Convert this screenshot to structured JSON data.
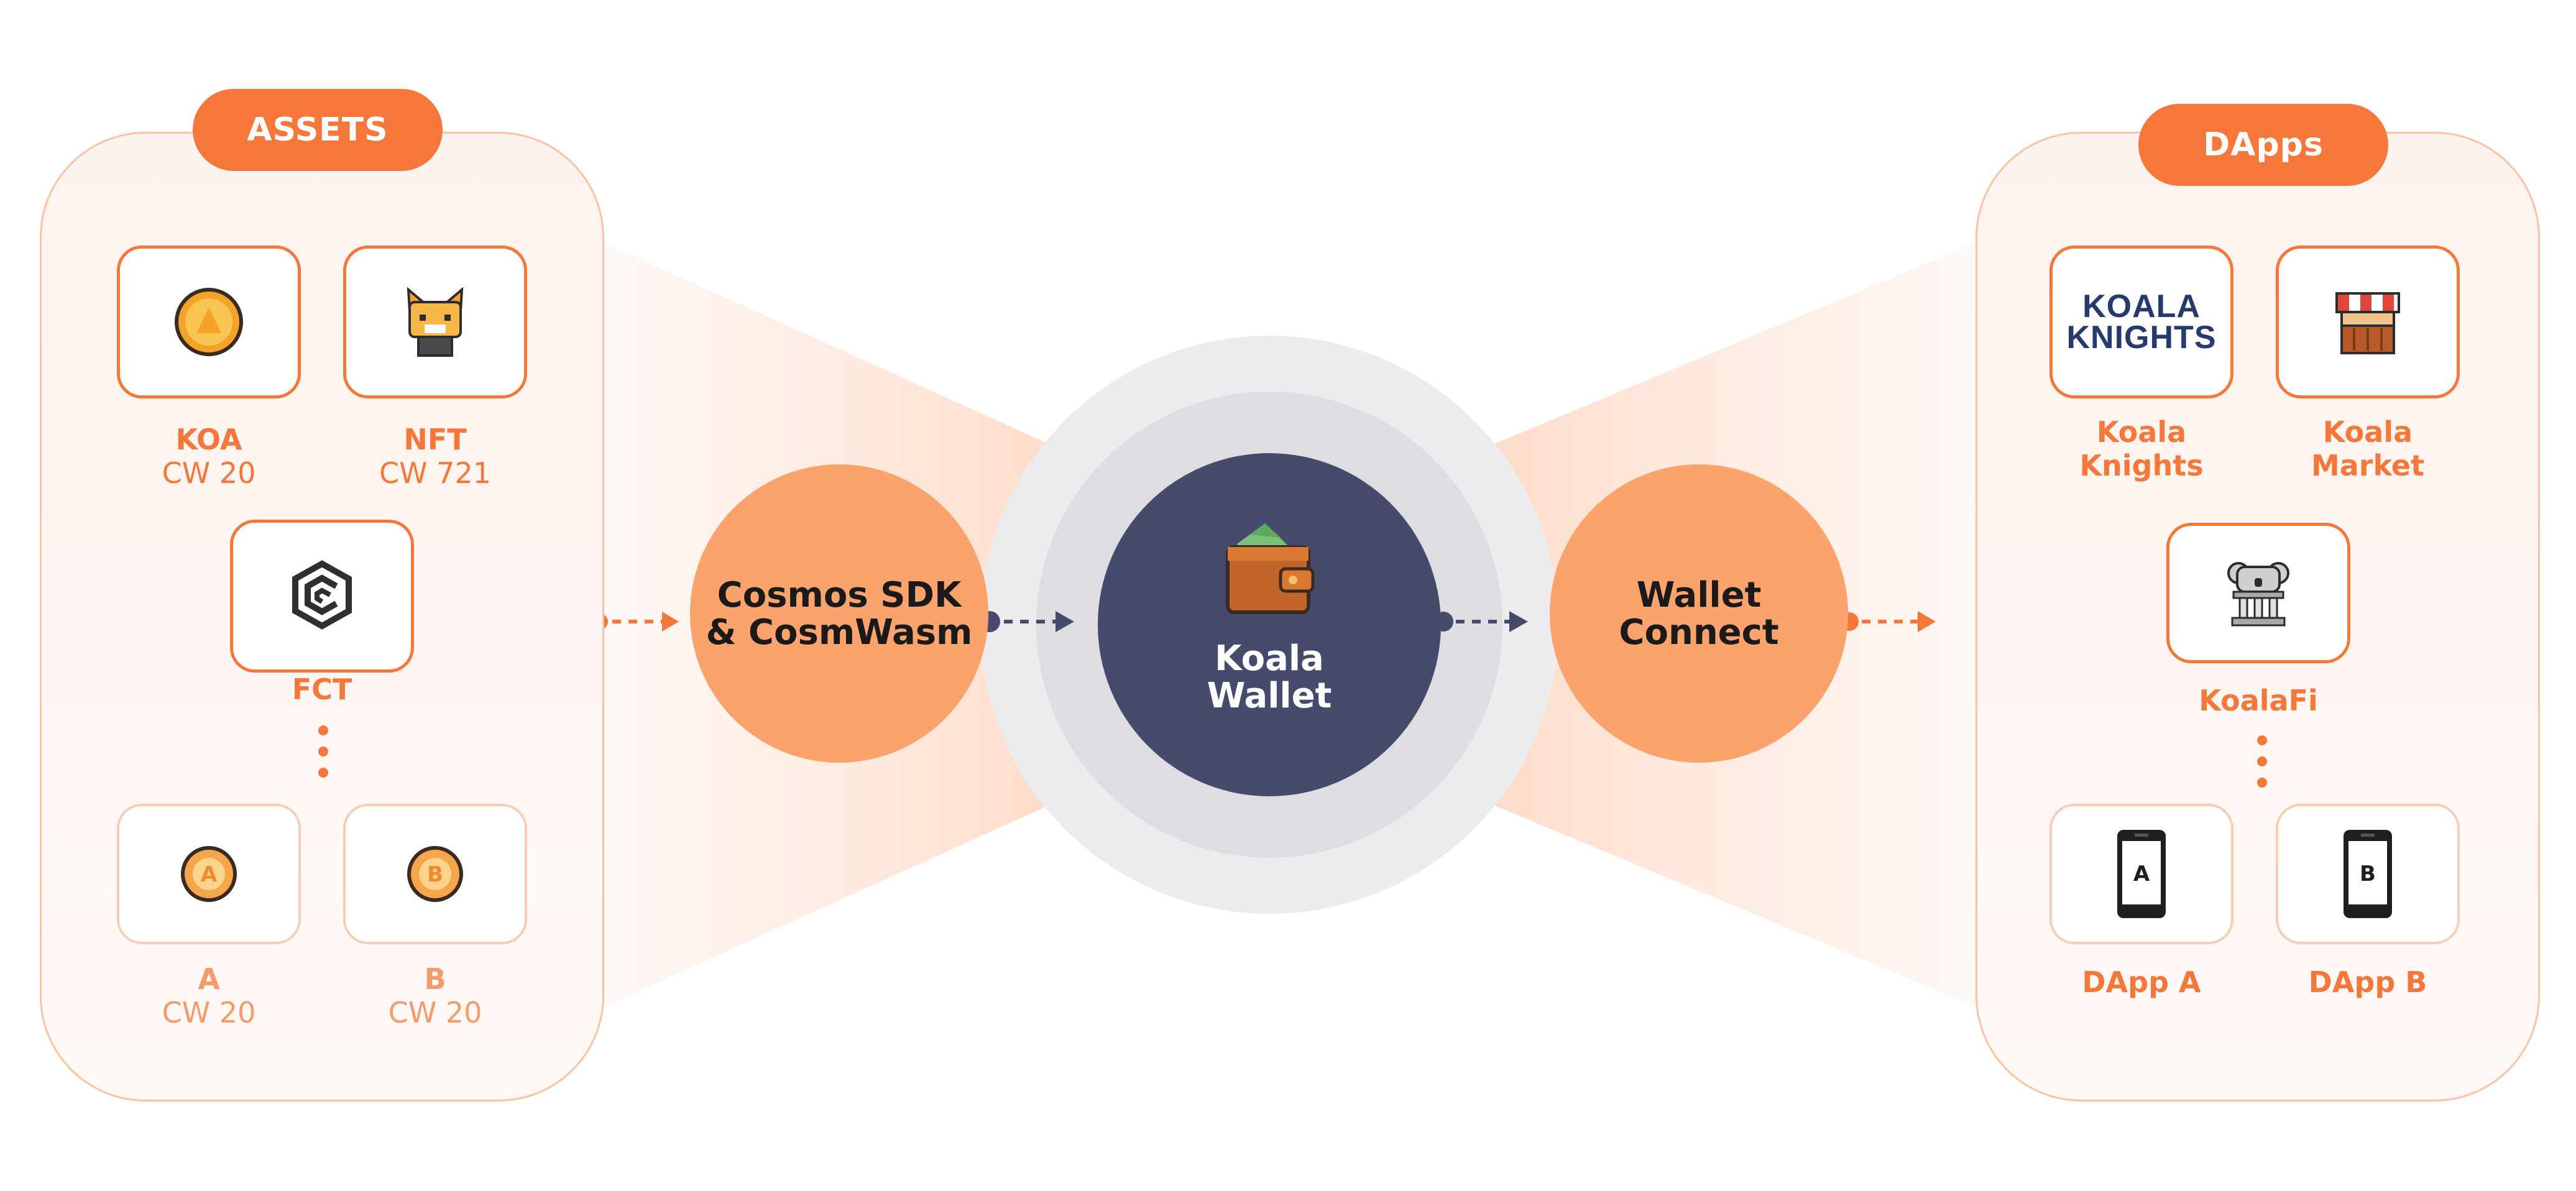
{
  "assets": {
    "title": "ASSETS",
    "items": [
      {
        "name": "KOA",
        "sub": "CW 20"
      },
      {
        "name": "NFT",
        "sub": "CW 721"
      },
      {
        "name": "FCT",
        "sub": ""
      },
      {
        "name": "A",
        "sub": "CW 20"
      },
      {
        "name": "B",
        "sub": "CW 20"
      }
    ]
  },
  "flow": {
    "sdk_line1": "Cosmos SDK",
    "sdk_line2": "& CosmWasm",
    "wallet_line1": "Koala",
    "wallet_line2": "Wallet",
    "connect_line1": "Wallet",
    "connect_line2": "Connect"
  },
  "dapps": {
    "title": "DApps",
    "koala_knights_logo_line1": "KOALA",
    "koala_knights_logo_line2": "KNIGHTS",
    "items": [
      {
        "line1": "Koala",
        "line2": "Knights"
      },
      {
        "line1": "Koala",
        "line2": "Market"
      },
      {
        "line1": "KoalaFi",
        "line2": ""
      },
      {
        "line1": "DApp A",
        "line2": ""
      },
      {
        "line1": "DApp B",
        "line2": ""
      }
    ],
    "phone_a": "A",
    "phone_b": "B"
  },
  "colors": {
    "accent": "#f6773a",
    "accent_soft": "#fba36c",
    "wallet_core": "#474b6b",
    "ring_outer": "#ececee",
    "ring_inner": "#dddde2"
  }
}
